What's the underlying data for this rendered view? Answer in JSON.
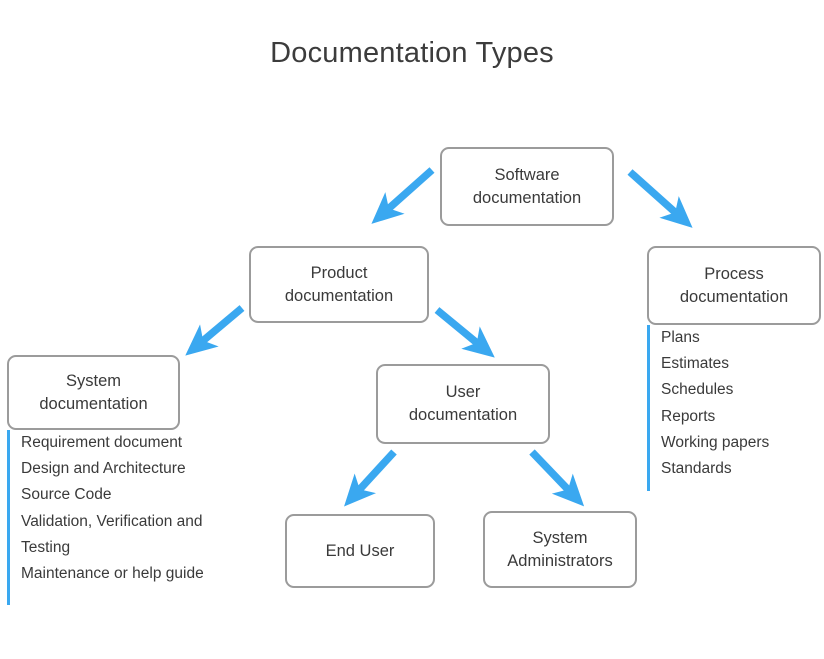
{
  "diagram": {
    "title": "Documentation Types",
    "accent_color": "#3aa8f0",
    "box_border_color": "#9b9b9b",
    "text_color": "#3a3a3a",
    "background_color": "#ffffff",
    "nodes": [
      {
        "id": "software",
        "line1": "Software",
        "line2": "documentation"
      },
      {
        "id": "product",
        "line1": "Product",
        "line2": "documentation"
      },
      {
        "id": "process",
        "line1": "Process",
        "line2": "documentation"
      },
      {
        "id": "system",
        "line1": "System",
        "line2": "documentation"
      },
      {
        "id": "user",
        "line1": "User",
        "line2": "documentation"
      },
      {
        "id": "end_user",
        "line1": "End User",
        "line2": ""
      },
      {
        "id": "sysadmin",
        "line1": "System",
        "line2": "Administrators"
      }
    ],
    "lists": {
      "system_documentation": [
        "Requirement document",
        "Design and Architecture",
        "Source Code",
        "Validation, Verification and Testing",
        "Maintenance or help guide"
      ],
      "process_documentation": [
        "Plans",
        "Estimates",
        "Schedules",
        "Reports",
        "Working papers",
        "Standards"
      ]
    },
    "edges": [
      {
        "id": "software-to-product",
        "from": "Software documentation",
        "to": "Product documentation"
      },
      {
        "id": "software-to-process",
        "from": "Software documentation",
        "to": "Process documentation"
      },
      {
        "id": "product-to-system",
        "from": "Product documentation",
        "to": "System documentation"
      },
      {
        "id": "product-to-user",
        "from": "Product documentation",
        "to": "User documentation"
      },
      {
        "id": "user-to-end-user",
        "from": "User documentation",
        "to": "End User"
      },
      {
        "id": "user-to-sysadmin",
        "from": "User documentation",
        "to": "System Administrators"
      }
    ]
  }
}
